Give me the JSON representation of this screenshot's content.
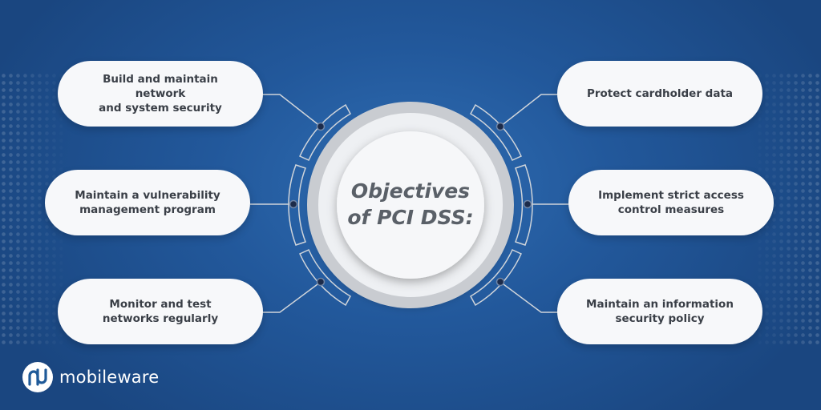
{
  "diagram": {
    "center_label": "Objectives\nof PCI DSS:",
    "objectives": [
      {
        "label": "Build and maintain network\nand system security"
      },
      {
        "label": "Maintain a vulnerability\nmanagement program"
      },
      {
        "label": "Monitor and test\nnetworks regularly"
      },
      {
        "label": "Protect cardholder data"
      },
      {
        "label": "Implement strict access\ncontrol measures"
      },
      {
        "label": "Maintain an information\nsecurity policy"
      }
    ]
  },
  "brand": {
    "name": "mobileware",
    "icon": "mobileware-logo-icon"
  },
  "colors": {
    "background": "#22589b",
    "pill": "#f7f8fa",
    "pill_text": "#3a3f47",
    "ring": "#c9ccd1",
    "connector": "#cfd4da",
    "node": "#1c2b4a",
    "brand": "#1f5a99"
  }
}
